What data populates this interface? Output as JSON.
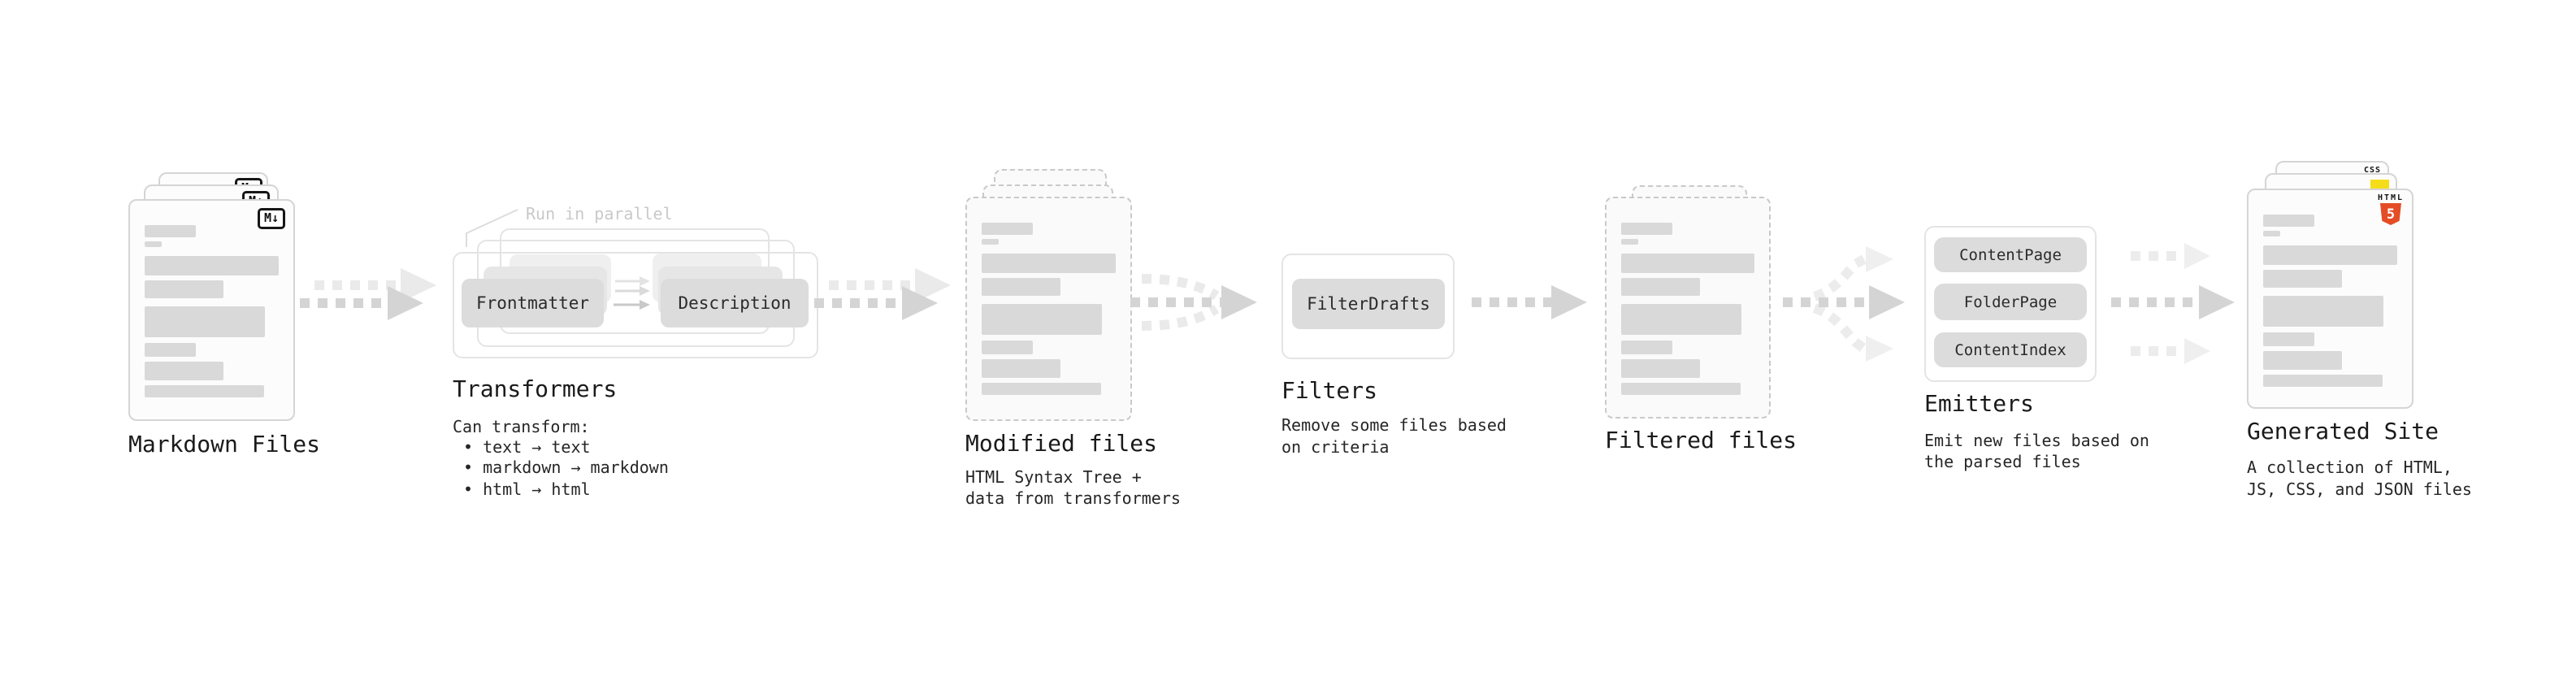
{
  "pipeline": {
    "markdown_files": {
      "label": "Markdown Files",
      "badge": "M↓"
    },
    "transformers": {
      "label": "Transformers",
      "annotation": "Run in parallel",
      "pill_left": "Frontmatter",
      "pill_right": "Description",
      "desc_title": "Can transform:",
      "bullets": [
        "• text → text",
        "• markdown → markdown",
        "• html → html"
      ]
    },
    "modified_files": {
      "label": "Modified files",
      "desc": [
        "HTML Syntax Tree +",
        "data from transformers"
      ]
    },
    "filters": {
      "label": "Filters",
      "pill": "FilterDrafts",
      "desc": [
        "Remove some files based",
        "on criteria"
      ]
    },
    "filtered_files": {
      "label": "Filtered files"
    },
    "emitters": {
      "label": "Emitters",
      "pills": [
        "ContentPage",
        "FolderPage",
        "ContentIndex"
      ],
      "desc": [
        "Emit new files based on",
        "the parsed files"
      ]
    },
    "generated_site": {
      "label": "Generated Site",
      "desc": [
        "A collection of HTML,",
        "JS, CSS, and JSON files"
      ],
      "html5_badge": {
        "label": "HTML",
        "number": "5"
      },
      "css_badge": "CSS"
    }
  },
  "colors": {
    "html5_orange": "#e44d26",
    "js_yellow": "#f5de19",
    "css_blue": "#2b6bf3",
    "bar_fill": "#d9d9d9",
    "pill_fill": "#dcdcdc",
    "arrow_main": "#d4d4d4",
    "arrow_faint": "#eaeaea",
    "annotation_text": "#c9c9c9",
    "card_border": "#d5d5d5",
    "dashed_border": "#c9c9c9",
    "outline_border": "#e4e4e4"
  }
}
